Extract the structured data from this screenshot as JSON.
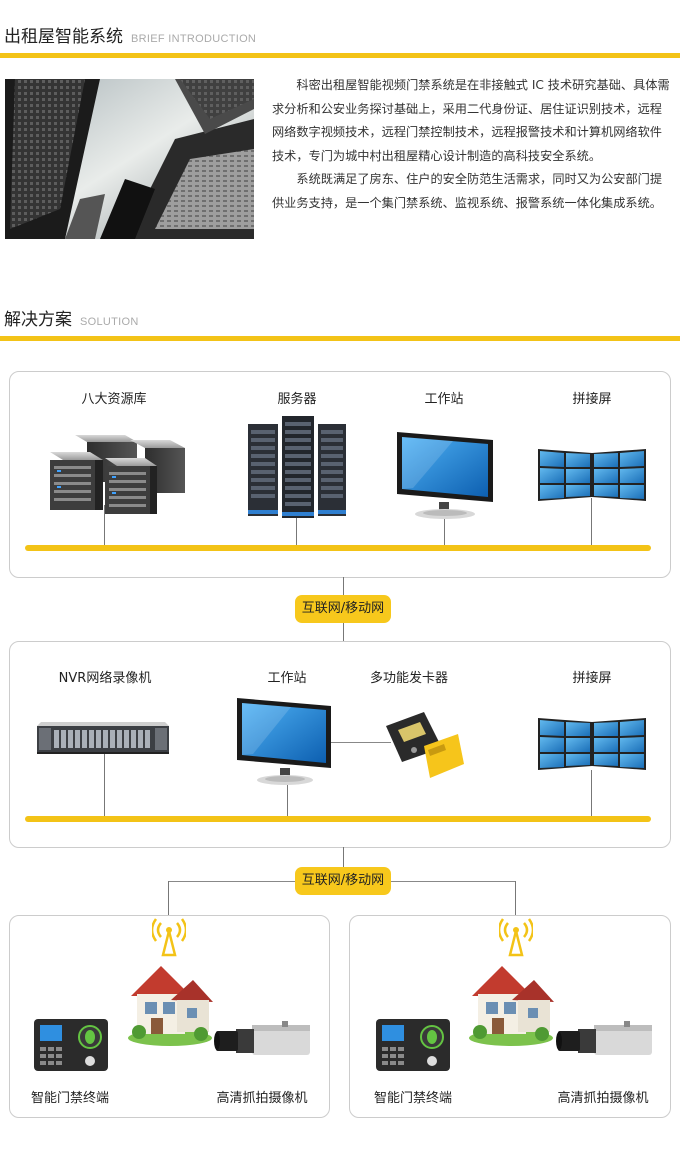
{
  "intro": {
    "title": "出租屋智能系统",
    "subtitle": "BRIEF INTRODUCTION",
    "paragraphs": [
      "科密出租屋智能视频门禁系统是在非接触式 IC 技术研究基础、具体需求分析和公安业务探讨基础上，采用二代身份证、居住证识别技术，远程网络数字视频技术，远程门禁控制技术，远程报警技术和计算机网络软件技术，专门为城中村出租屋精心设计制造的高科技安全系统。",
      "系统既满足了房东、住户的安全防范生活需求，同时又为公安部门提供业务支持，是一个集门禁系统、监视系统、报警系统一体化集成系统。"
    ]
  },
  "solution": {
    "title": "解决方案",
    "subtitle": "SOLUTION"
  },
  "diagram": {
    "top_panel": {
      "items": [
        "八大资源库",
        "服务器",
        "工作站",
        "拼接屏"
      ]
    },
    "network_label_1": "互联网/移动网",
    "middle_panel": {
      "items": [
        "NVR网络录像机",
        "工作站",
        "多功能发卡器",
        "拼接屏"
      ]
    },
    "network_label_2": "互联网/移动网",
    "bottom_left": {
      "items": [
        "智能门禁终端",
        "高清抓拍摄像机"
      ]
    },
    "bottom_right": {
      "items": [
        "智能门禁终端",
        "高清抓拍摄像机"
      ]
    }
  },
  "colors": {
    "accent": "#f3c317",
    "panel_border": "#cccccc",
    "screen_blue": "#1e88d8"
  }
}
